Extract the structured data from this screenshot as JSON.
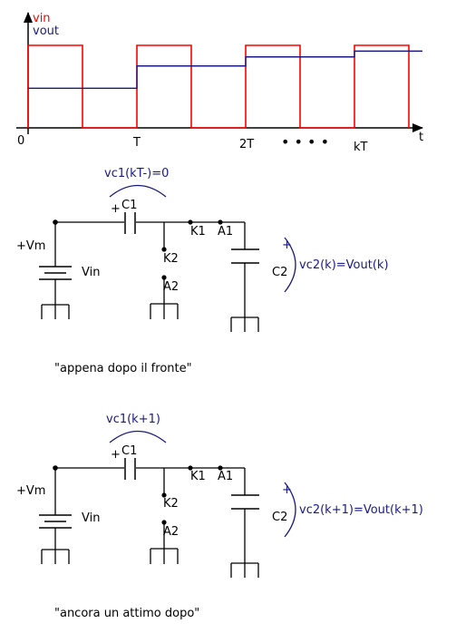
{
  "colors": {
    "ink": "#000000",
    "vin": "#ff0000",
    "vout": "#1a1a80",
    "blue_text": "#1a1a80"
  },
  "waveform": {
    "legend_vin": "vin",
    "legend_vout": "vout",
    "label_zero": "0",
    "label_T": "T",
    "label_2T": "2T",
    "label_dots": "• • • •",
    "label_kT": "kT",
    "label_t": "t",
    "vin_high": 1.0,
    "vin_low": 0.0,
    "vout_levels": [
      0.48,
      0.75,
      0.86,
      0.93
    ]
  },
  "circuit1": {
    "vc1_label": "vc1(kT-)=0",
    "c1_plus": "+",
    "c1_label": "C1",
    "vm_label": "+Vm",
    "vin_label": "Vin",
    "k1_label": "K1",
    "a1_label": "A1",
    "k2_label": "K2",
    "a2_label": "A2",
    "c2_plus": "+",
    "c2_label": "C2",
    "vc2_label": "vc2(k)=Vout(k)",
    "caption": "\"appena dopo il fronte\""
  },
  "circuit2": {
    "vc1_label": "vc1(k+1)",
    "c1_plus": "+",
    "c1_label": "C1",
    "vm_label": "+Vm",
    "vin_label": "Vin",
    "k1_label": "K1",
    "a1_label": "A1",
    "k2_label": "K2",
    "a2_label": "A2",
    "c2_plus": "+",
    "c2_label": "C2",
    "vc2_label": "vc2(k+1)=Vout(k+1)",
    "caption": "\"ancora un attimo dopo\""
  }
}
